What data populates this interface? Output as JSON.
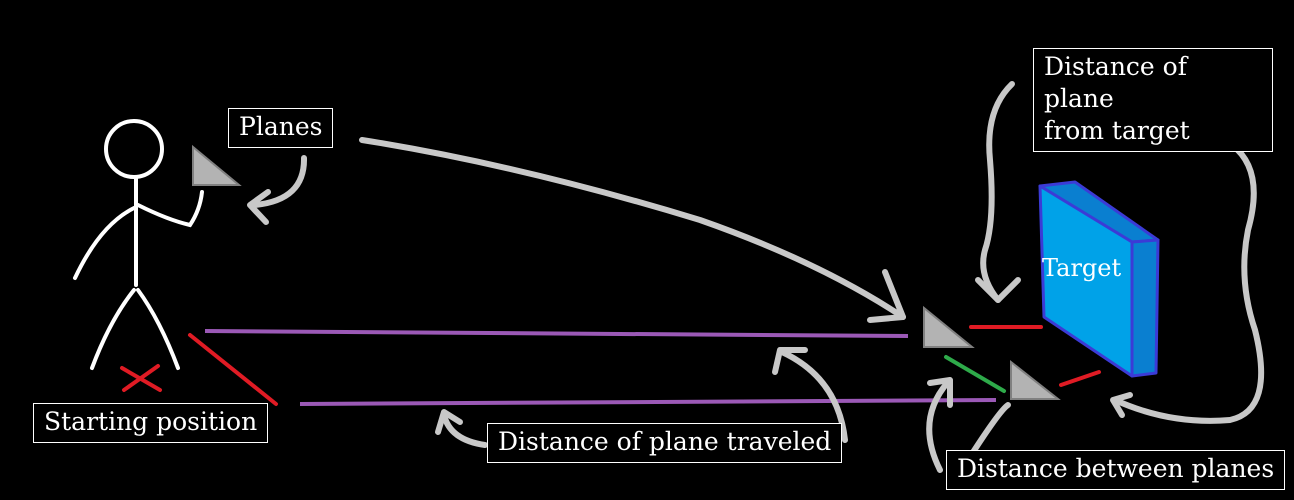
{
  "labels": {
    "planes": "Planes",
    "starting_position": "Starting position",
    "distance_traveled": "Distance of plane traveled",
    "distance_between": "Distance between planes",
    "distance_from_target_line1": "Distance of plane",
    "distance_from_target_line2": "from target",
    "target": "Target"
  },
  "colors": {
    "background": "#000000",
    "stick_figure": "#ffffff",
    "arrow": "#c8c8c8",
    "plane_fill": "#b3b3b3",
    "travel_line": "#9b59b6",
    "distance_red": "#e01b24",
    "distance_green": "#2eaa4a",
    "target_front": "#00a2e8",
    "target_side": "#0a7fd0",
    "target_border": "#3b3bd6"
  }
}
